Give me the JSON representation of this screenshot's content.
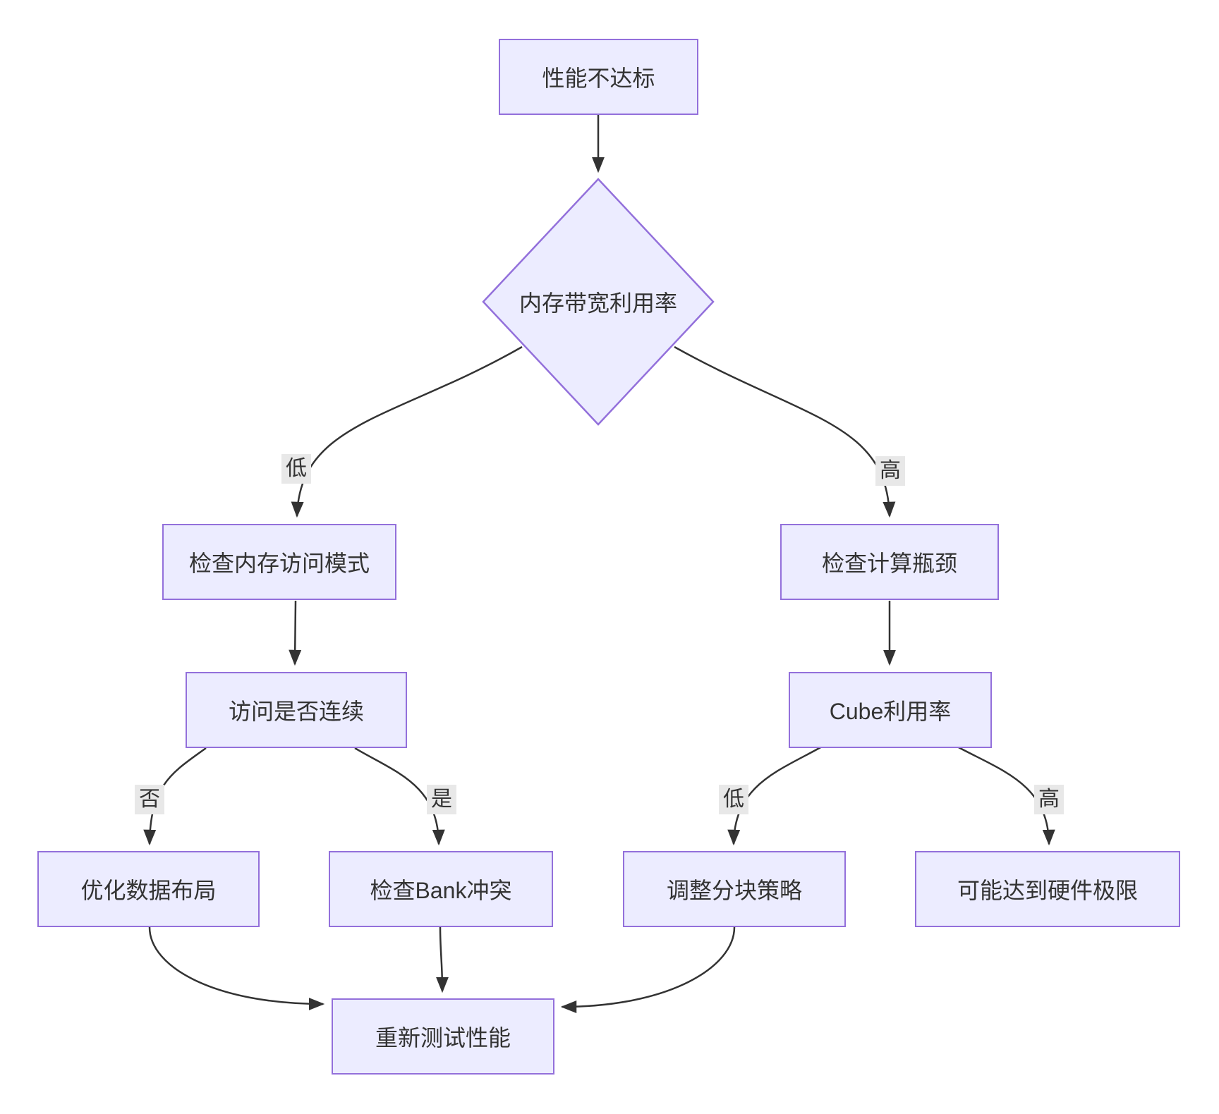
{
  "diagram": {
    "type": "flowchart-top-down",
    "nodes": {
      "start": {
        "label": "性能不达标",
        "shape": "rect"
      },
      "decision": {
        "label": "内存带宽利用率",
        "shape": "diamond"
      },
      "check_memory": {
        "label": "检查内存访问模式",
        "shape": "rect"
      },
      "check_compute": {
        "label": "检查计算瓶颈",
        "shape": "rect"
      },
      "access_seq": {
        "label": "访问是否连续",
        "shape": "rect"
      },
      "cube_util": {
        "label": "Cube利用率",
        "shape": "rect"
      },
      "opt_layout": {
        "label": "优化数据布局",
        "shape": "rect"
      },
      "check_bank": {
        "label": "检查Bank冲突",
        "shape": "rect"
      },
      "adjust_tile": {
        "label": "调整分块策略",
        "shape": "rect"
      },
      "hw_limit": {
        "label": "可能达到硬件极限",
        "shape": "rect"
      },
      "retest": {
        "label": "重新测试性能",
        "shape": "rect"
      }
    },
    "edge_labels": {
      "low1": "低",
      "high1": "高",
      "no": "否",
      "yes": "是",
      "low2": "低",
      "high2": "高"
    },
    "edges": [
      {
        "from": "start",
        "to": "decision",
        "label": ""
      },
      {
        "from": "decision",
        "to": "check_memory",
        "label": "低"
      },
      {
        "from": "decision",
        "to": "check_compute",
        "label": "高"
      },
      {
        "from": "check_memory",
        "to": "access_seq",
        "label": ""
      },
      {
        "from": "check_compute",
        "to": "cube_util",
        "label": ""
      },
      {
        "from": "access_seq",
        "to": "opt_layout",
        "label": "否"
      },
      {
        "from": "access_seq",
        "to": "check_bank",
        "label": "是"
      },
      {
        "from": "cube_util",
        "to": "adjust_tile",
        "label": "低"
      },
      {
        "from": "cube_util",
        "to": "hw_limit",
        "label": "高"
      },
      {
        "from": "opt_layout",
        "to": "retest",
        "label": ""
      },
      {
        "from": "check_bank",
        "to": "retest",
        "label": ""
      },
      {
        "from": "adjust_tile",
        "to": "retest",
        "label": ""
      }
    ],
    "colors": {
      "node_fill": "#ECECFF",
      "node_border": "#9370DB",
      "edge": "#333333",
      "text": "#333333",
      "label_bg": "#e8e8e8",
      "background": "#ffffff"
    }
  }
}
